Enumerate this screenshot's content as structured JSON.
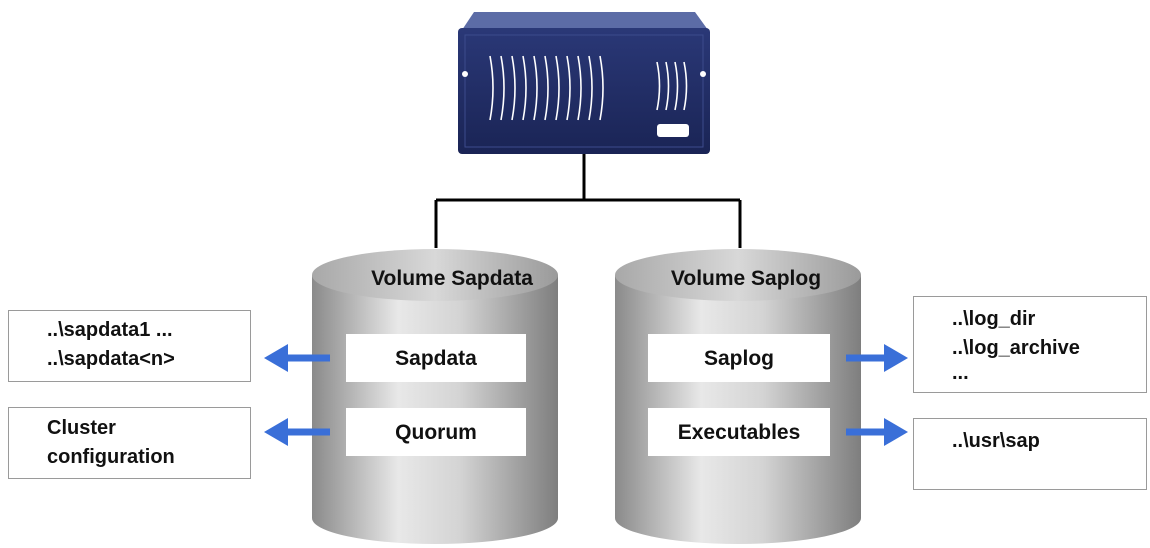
{
  "volumes": {
    "sapdata": {
      "title": "Volume Sapdata",
      "partitions": [
        "Sapdata",
        "Quorum"
      ]
    },
    "saplog": {
      "title": "Volume Saplog",
      "partitions": [
        "Saplog",
        "Executables"
      ]
    }
  },
  "notes": {
    "sapdata_dirs": [
      "..\\sapdata1 ...",
      "..\\sapdata<n>"
    ],
    "cluster": [
      "Cluster",
      "configuration"
    ],
    "log_dirs": [
      "..\\log_dir",
      "..\\log_archive",
      "..."
    ],
    "usr_sap": [
      "..\\usr\\sap"
    ]
  },
  "colors": {
    "server": "#1f2b63",
    "arrow": "#3a6fd8",
    "line": "#000000",
    "cylinder_mid": "#e6e6e6",
    "cylinder_dark": "#8c8c8c"
  }
}
